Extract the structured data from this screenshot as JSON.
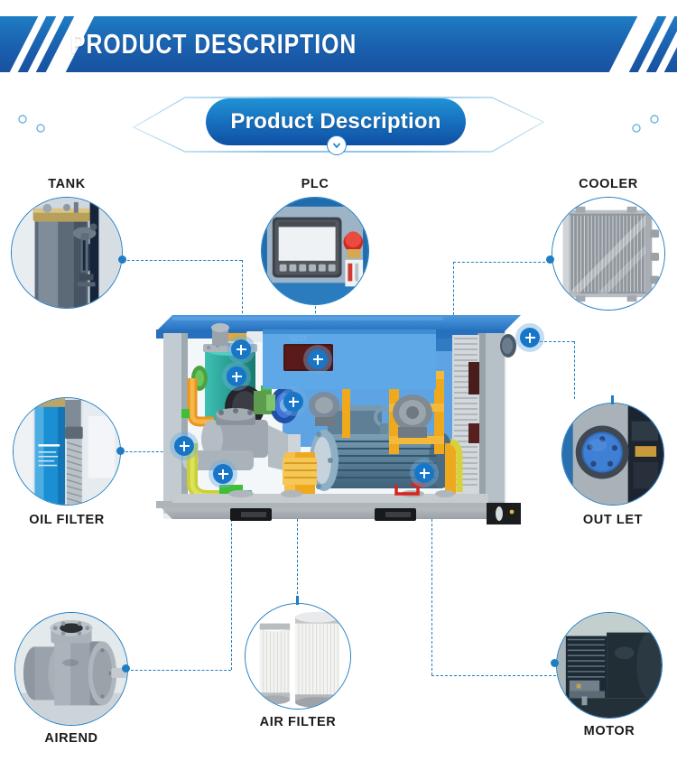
{
  "banner": {
    "title": "PRODUCT DESCRIPTION",
    "bg_color_top": "#1f7fc4",
    "bg_color_bottom": "#18529f",
    "stripe_color": "#ffffff"
  },
  "heading": {
    "pill_label": "Product Description",
    "pill_color_top": "#2092d6",
    "pill_color_bottom": "#0e4ea3",
    "chevron_icon": "chevron-down-icon",
    "deco_line_color": "#4aa3da"
  },
  "accent_color": "#1f7dc4",
  "nodes": [
    {
      "id": "tank",
      "label": "TANK",
      "label_position": "above",
      "image": "air-receiver-tank-photo"
    },
    {
      "id": "plc",
      "label": "PLC",
      "label_position": "above",
      "image": "plc-controller-panel-photo"
    },
    {
      "id": "cooler",
      "label": "COOLER",
      "label_position": "above",
      "image": "aluminium-cooler-radiator-photo"
    },
    {
      "id": "oil_filter",
      "label": "OIL FILTER",
      "label_position": "below",
      "image": "blue-oil-filter-cartridge-photo"
    },
    {
      "id": "out_let",
      "label": "OUT LET",
      "label_position": "below",
      "image": "air-outlet-flange-photo"
    },
    {
      "id": "airend",
      "label": "AIREND",
      "label_position": "below",
      "image": "screw-airend-element-photo"
    },
    {
      "id": "air_filter",
      "label": "AIR FILTER",
      "label_position": "below",
      "image": "air-filter-cartridges-photo"
    },
    {
      "id": "motor",
      "label": "MOTOR",
      "label_position": "below",
      "image": "electric-motor-photo"
    }
  ],
  "machine": {
    "name": "screw-air-compressor-cutaway",
    "canopy_color": "#2d7fd0",
    "frame_color": "#f0a81c",
    "tank_color": "#2aa79b",
    "motor_color": "#5e86a0",
    "hotspot_icon": "plus-icon",
    "hotspot_count": 8
  }
}
